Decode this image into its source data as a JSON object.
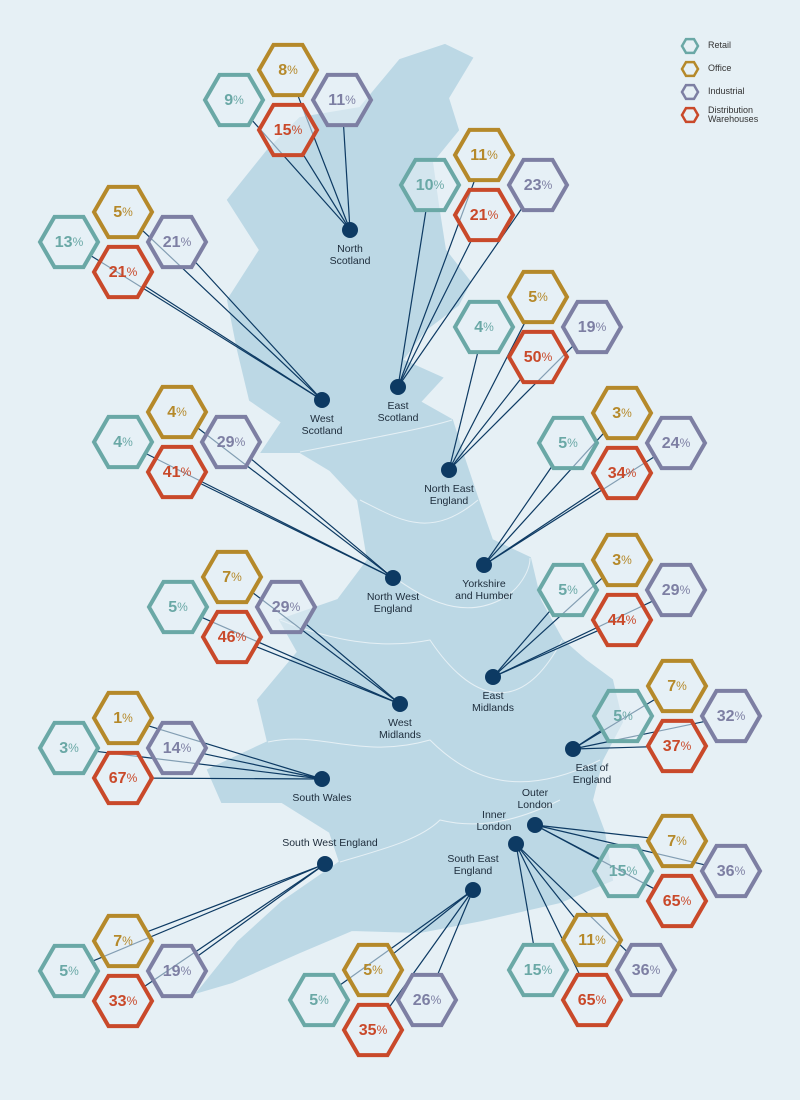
{
  "colors": {
    "retail": "#6aa8a6",
    "office": "#b5892a",
    "industrial": "#7d7fa3",
    "distribution": "#c9492a",
    "dot": "#0d3a63",
    "land": "#bcd8e5",
    "sea": "#e6f0f5"
  },
  "legend": [
    {
      "key": "retail",
      "label": "Retail"
    },
    {
      "key": "office",
      "label": "Office"
    },
    {
      "key": "industrial",
      "label": "Industrial"
    },
    {
      "key": "distribution",
      "label": "Distribution\nWarehouses"
    }
  ],
  "regions": [
    {
      "name": "North Scotland",
      "label_lines": [
        "North",
        "Scotland"
      ],
      "retail": "9",
      "office": "8",
      "industrial": "11",
      "distribution": "15"
    },
    {
      "name": "East Scotland",
      "label_lines": [
        "East",
        "Scotland"
      ],
      "retail": "10",
      "office": "11",
      "industrial": "23",
      "distribution": "21"
    },
    {
      "name": "West Scotland",
      "label_lines": [
        "West",
        "Scotland"
      ],
      "retail": "13",
      "office": "5",
      "industrial": "21",
      "distribution": "21"
    },
    {
      "name": "North East England",
      "label_lines": [
        "North East",
        "England"
      ],
      "retail": "4",
      "office": "5",
      "industrial": "19",
      "distribution": "50"
    },
    {
      "name": "Yorkshire and Humber",
      "label_lines": [
        "Yorkshire",
        "and Humber"
      ],
      "retail": "5",
      "office": "3",
      "industrial": "24",
      "distribution": "34"
    },
    {
      "name": "North West England",
      "label_lines": [
        "North West",
        "England"
      ],
      "retail": "4",
      "office": "4",
      "industrial": "29",
      "distribution": "41"
    },
    {
      "name": "East Midlands",
      "label_lines": [
        "East",
        "Midlands"
      ],
      "retail": "5",
      "office": "3",
      "industrial": "29",
      "distribution": "44"
    },
    {
      "name": "West Midlands",
      "label_lines": [
        "West",
        "Midlands"
      ],
      "retail": "5",
      "office": "7",
      "industrial": "29",
      "distribution": "46"
    },
    {
      "name": "East of England",
      "label_lines": [
        "East of",
        "England"
      ],
      "retail": "5",
      "office": "7",
      "industrial": "32",
      "distribution": "37"
    },
    {
      "name": "South Wales",
      "label_lines": [
        "South Wales"
      ],
      "retail": "3",
      "office": "1",
      "industrial": "14",
      "distribution": "67"
    },
    {
      "name": "Outer London",
      "label_lines": [
        "Outer",
        "London"
      ],
      "retail": "15",
      "office": "7",
      "industrial": "36",
      "distribution": "65"
    },
    {
      "name": "Inner London",
      "label_lines": [
        "Inner",
        "London"
      ],
      "retail": "15",
      "office": "11",
      "industrial": "36",
      "distribution": "65"
    },
    {
      "name": "South West England",
      "label_lines": [
        "South West England"
      ],
      "retail": "5",
      "office": "7",
      "industrial": "19",
      "distribution": "33"
    },
    {
      "name": "South East England",
      "label_lines": [
        "South East",
        "England"
      ],
      "retail": "5",
      "office": "5",
      "industrial": "26",
      "distribution": "35"
    }
  ]
}
